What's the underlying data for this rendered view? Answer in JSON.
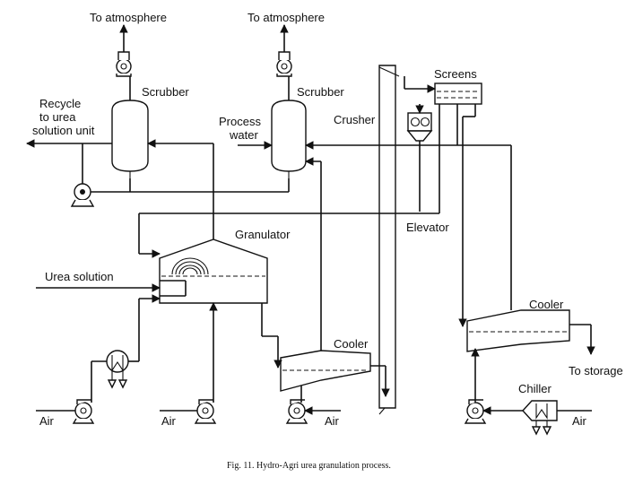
{
  "labels": {
    "to_atmosphere_left": "To atmosphere",
    "to_atmosphere_right": "To atmosphere",
    "scrubber_left": "Scrubber",
    "scrubber_right": "Scrubber",
    "recycle_line1": "Recycle",
    "recycle_line2": "to urea",
    "recycle_line3": "solution unit",
    "process_water_line1": "Process",
    "process_water_line2": "water",
    "crusher": "Crusher",
    "screens": "Screens",
    "elevator": "Elevator",
    "granulator": "Granulator",
    "urea_solution": "Urea solution",
    "cooler_left": "Cooler",
    "cooler_right": "Cooler",
    "to_storage": "To storage",
    "chiller": "Chiller",
    "air_1": "Air",
    "air_2": "Air",
    "air_3": "Air",
    "air_4": "Air"
  },
  "caption": "Fig. 11. Hydro-Agri urea granulation process."
}
